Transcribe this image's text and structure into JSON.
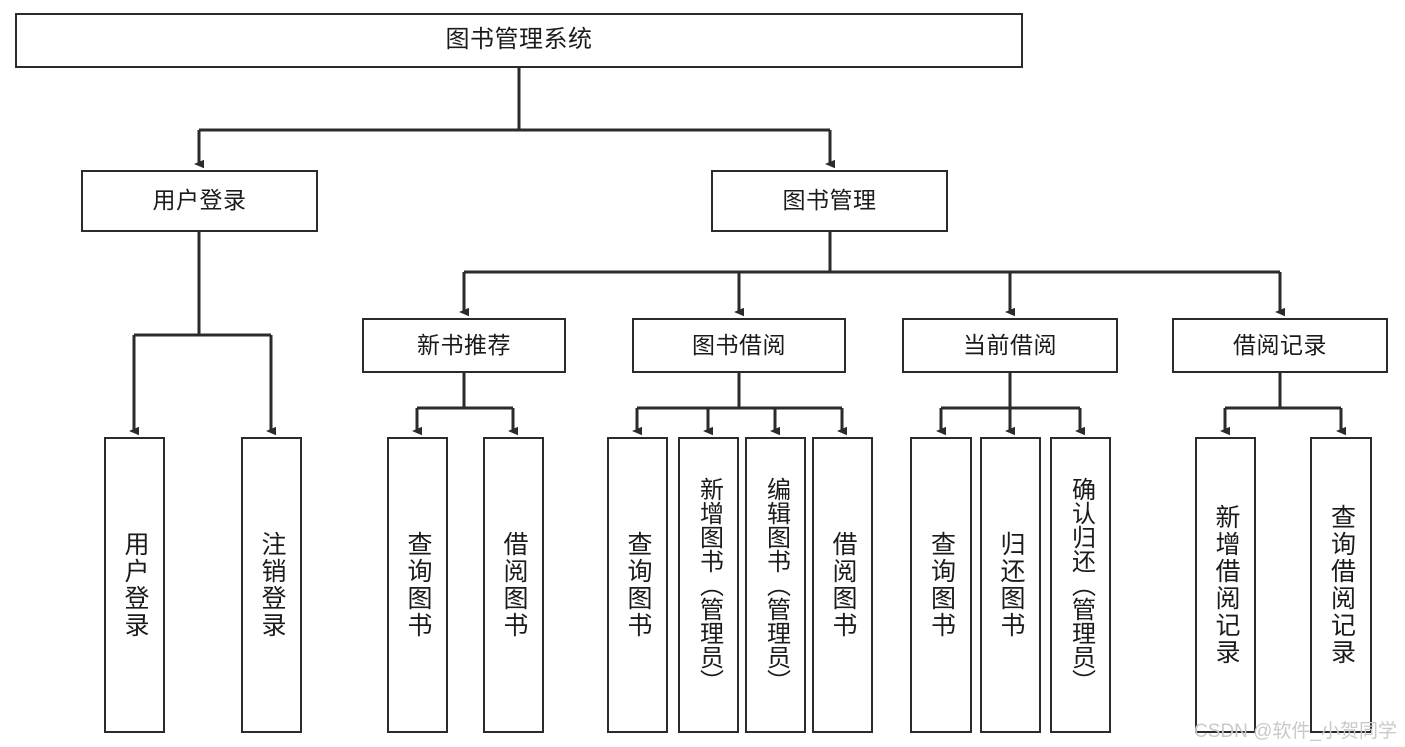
{
  "diagram": {
    "title": "图书管理系统",
    "type": "tree-hierarchy",
    "background_color": "#ffffff",
    "line_color": "#2b2b2b",
    "text_color": "#1b1b1b",
    "root": {
      "id": "root",
      "label": "图书管理系统"
    },
    "level2": [
      {
        "id": "user-login",
        "label": "用户登录"
      },
      {
        "id": "book-management",
        "label": "图书管理"
      }
    ],
    "level3": [
      {
        "id": "new-book-recommend",
        "label": "新书推荐",
        "parent": "book-management"
      },
      {
        "id": "book-borrow",
        "label": "图书借阅",
        "parent": "book-management"
      },
      {
        "id": "current-borrow",
        "label": "当前借阅",
        "parent": "book-management"
      },
      {
        "id": "borrow-record",
        "label": "借阅记录",
        "parent": "book-management"
      }
    ],
    "leaves": [
      {
        "id": "leaf-user-login",
        "label": "用户登录",
        "parent": "user-login"
      },
      {
        "id": "leaf-user-logout",
        "label": "注销登录",
        "parent": "user-login"
      },
      {
        "id": "leaf-query-book-1",
        "label": "查询图书",
        "parent": "new-book-recommend"
      },
      {
        "id": "leaf-borrow-book-1",
        "label": "借阅图书",
        "parent": "new-book-recommend"
      },
      {
        "id": "leaf-query-book-2",
        "label": "查询图书",
        "parent": "book-borrow"
      },
      {
        "id": "leaf-add-book",
        "label": "新增图书（管理员）",
        "parent": "book-borrow"
      },
      {
        "id": "leaf-edit-book",
        "label": "编辑图书（管理员）",
        "parent": "book-borrow"
      },
      {
        "id": "leaf-borrow-book-2",
        "label": "借阅图书",
        "parent": "book-borrow"
      },
      {
        "id": "leaf-query-book-3",
        "label": "查询图书",
        "parent": "current-borrow"
      },
      {
        "id": "leaf-return-book",
        "label": "归还图书",
        "parent": "current-borrow"
      },
      {
        "id": "leaf-confirm-return",
        "label": "确认归还（管理员）",
        "parent": "current-borrow"
      },
      {
        "id": "leaf-add-record",
        "label": "新增借阅记录",
        "parent": "borrow-record"
      },
      {
        "id": "leaf-query-record",
        "label": "查询借阅记录",
        "parent": "borrow-record"
      }
    ]
  },
  "watermark": {
    "text": "CSDN @软件_小贺同学"
  }
}
